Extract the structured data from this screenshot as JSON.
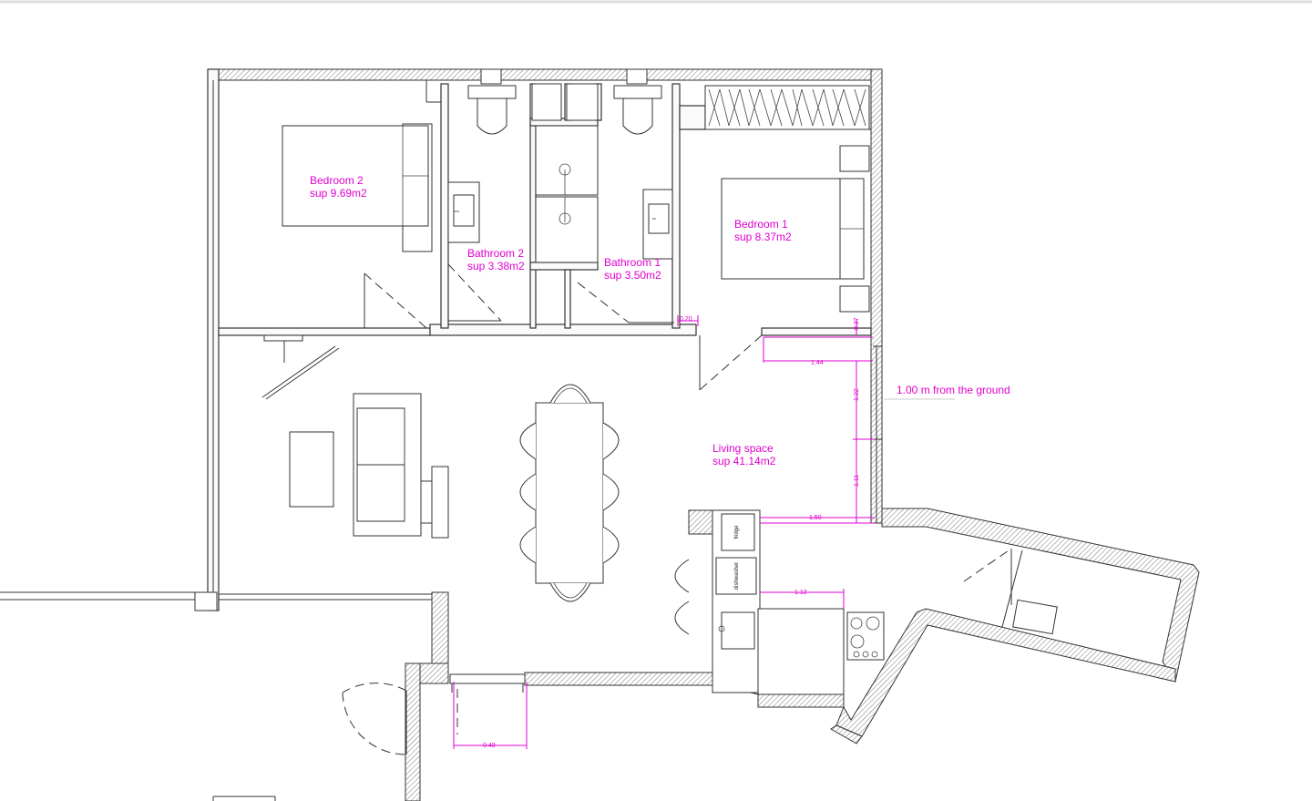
{
  "rooms": {
    "bedroom2": {
      "name": "Bedroom 2",
      "area": "sup 9.69m2"
    },
    "bathroom2": {
      "name": "Bathroom 2",
      "area": "sup 3.38m2"
    },
    "bathroom1": {
      "name": "Bathroom 1",
      "area": "sup 3.50m2"
    },
    "bedroom1": {
      "name": "Bedroom 1",
      "area": "sup 8.37m2"
    },
    "living": {
      "name": "Living space",
      "area": "sup 41.14m2"
    }
  },
  "note": "1.00 m  from the ground",
  "dimensions": {
    "d020": "0.20",
    "d037": "0.37",
    "d144": "1.44",
    "d122": "1.22",
    "d111": "1.11",
    "d150": "1.50",
    "d112": "1.12",
    "d049": "0.49"
  },
  "appliances": {
    "fridge": "fridge",
    "dishwasher": "dishwasher"
  },
  "colors": {
    "annotation": "#e000d0",
    "lines": "#333333"
  }
}
